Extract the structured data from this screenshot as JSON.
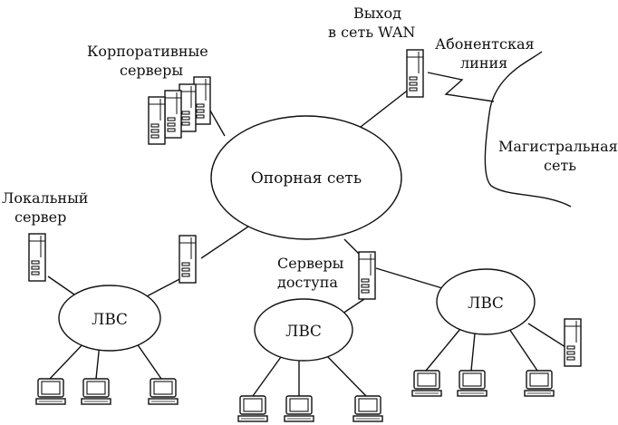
{
  "labels": {
    "wan_exit_line1": "Выход",
    "wan_exit_line2": "в сеть WAN",
    "subscriber_line1": "Абонентская",
    "subscriber_line2": "линия",
    "corp_servers_line1": "Корпоративные",
    "corp_servers_line2": "серверы",
    "backbone": "Опорная сеть",
    "trunk_line1": "Магистральная",
    "trunk_line2": "сеть",
    "local_server_line1": "Локальный",
    "local_server_line2": "сервер",
    "access_servers_line1": "Серверы",
    "access_servers_line2": "доступа",
    "lan_left": "ЛВС",
    "lan_center": "ЛВС",
    "lan_right": "ЛВС"
  },
  "colors": {
    "line": "#111111",
    "background": "#ffffff"
  },
  "icons": {
    "server": "server-tower-icon",
    "workstation": "computer-terminal-icon"
  }
}
